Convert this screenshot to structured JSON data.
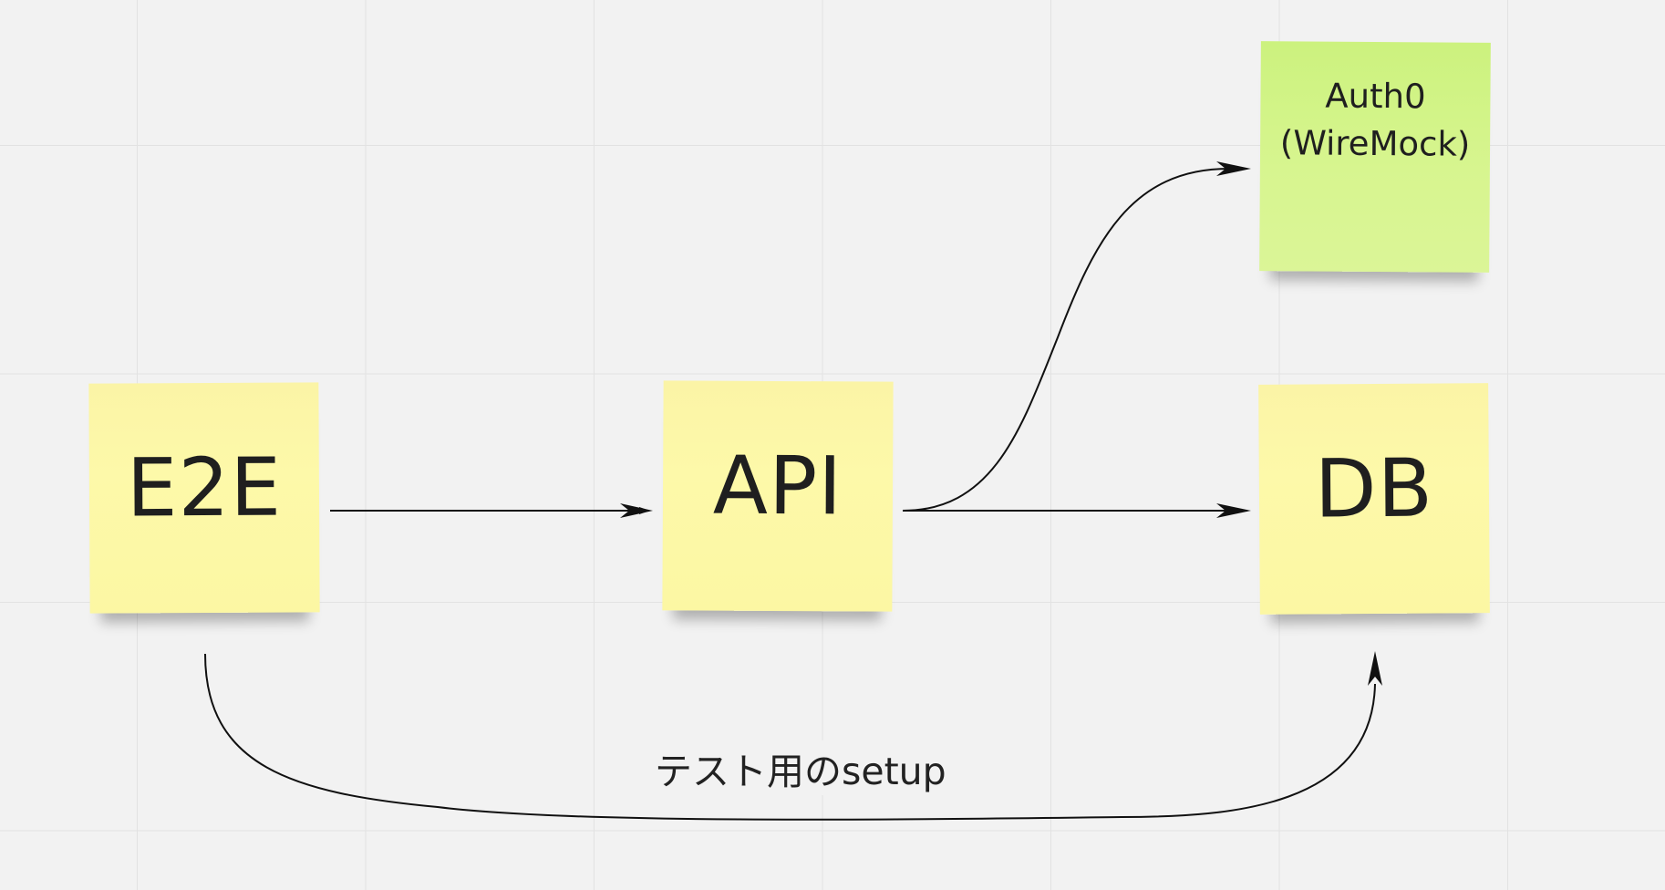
{
  "canvas": {
    "background": "#f2f2f2",
    "grid_color": "#e2e2e2"
  },
  "notes": {
    "e2e": {
      "label": "E2E",
      "color": "#fdf9a9"
    },
    "api": {
      "label": "API",
      "color": "#fdf9a9"
    },
    "db": {
      "label": "DB",
      "color": "#fdf9a9"
    },
    "auth": {
      "label": "Auth0\n(WireMock)",
      "color": "#d7f58f"
    }
  },
  "edges": [
    {
      "from": "E2E",
      "to": "API"
    },
    {
      "from": "API",
      "to": "DB"
    },
    {
      "from": "API",
      "to": "Auth0 (WireMock)"
    },
    {
      "from": "E2E",
      "to": "DB",
      "label": "テスト用のsetup"
    }
  ],
  "edge_label": "テスト用のsetup"
}
